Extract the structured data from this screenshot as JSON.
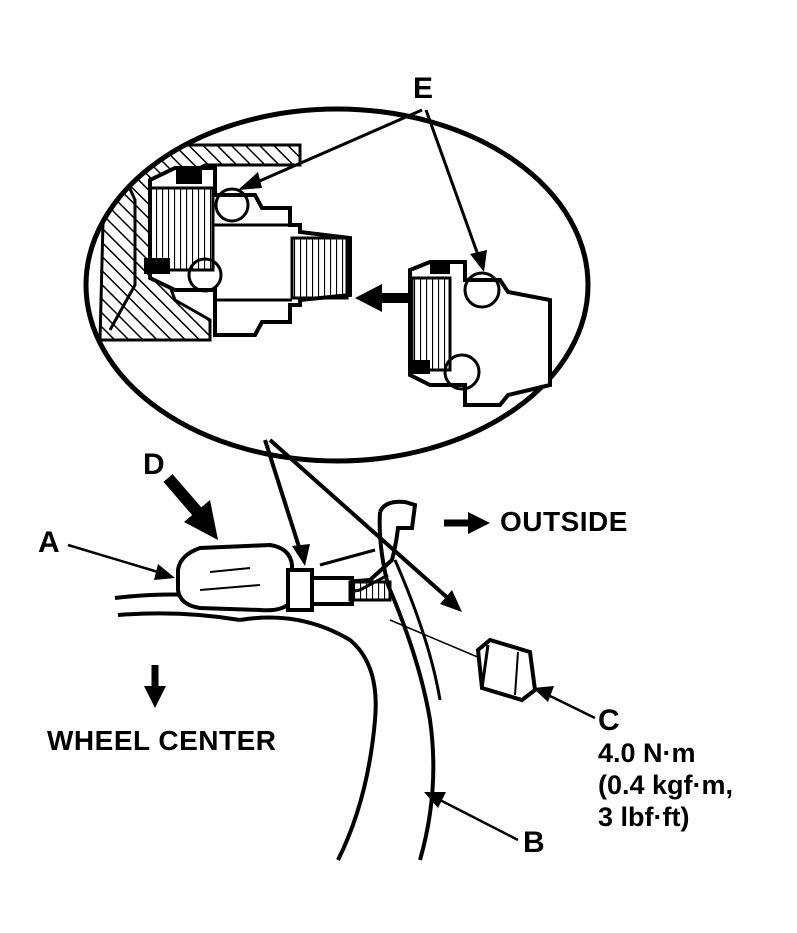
{
  "labels": {
    "a": "A",
    "b": "B",
    "c": "C",
    "d": "D",
    "e": "E"
  },
  "directions": {
    "outside": "OUTSIDE",
    "wheel_center": "WHEEL CENTER"
  },
  "torque_spec": {
    "line1": "4.0 N·m",
    "line2": "(0.4 kgf·m,",
    "line3": "3 lbf·ft)"
  },
  "colors": {
    "ink": "#000000",
    "paper": "#ffffff"
  }
}
